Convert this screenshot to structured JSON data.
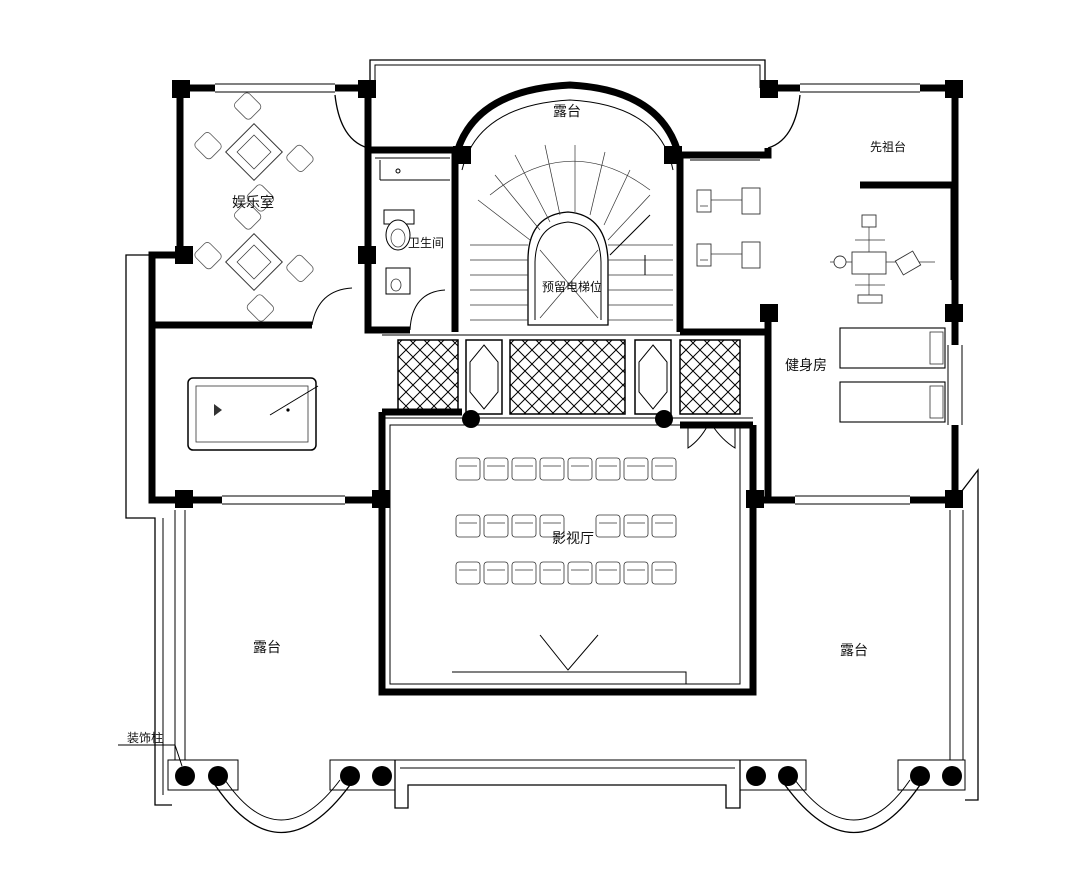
{
  "rooms": {
    "top_terrace": "露台",
    "entertainment_room": "娱乐室",
    "ancestor_altar": "先祖台",
    "bathroom": "卫生间",
    "elevator_reserved": "预留电梯位",
    "gym": "健身房",
    "home_theater": "影视厅",
    "left_terrace": "露台",
    "right_terrace": "露台"
  },
  "annotations": {
    "decorative_column": "装饰柱"
  }
}
